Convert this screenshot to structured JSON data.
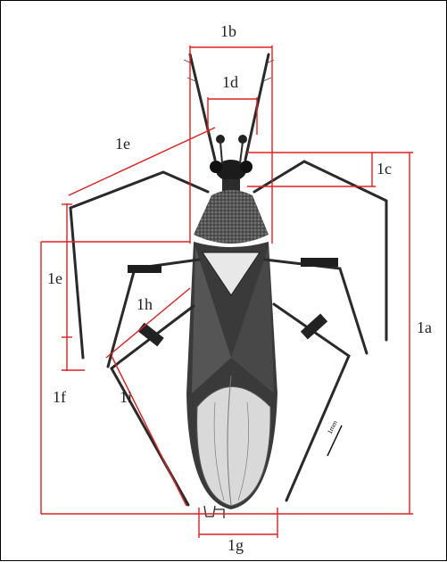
{
  "figure": {
    "labels": {
      "l1a": "1a",
      "l1b": "1b",
      "l1c": "1c",
      "l1d": "1d",
      "l1e_top": "1e",
      "l1e_side": "1e",
      "l1f": "1f",
      "l1g": "1g",
      "l1h": "1h",
      "l1i": "1i"
    },
    "scale_bar_text": "1mm",
    "colors": {
      "measurement": "#e02020",
      "insect_dark": "#1c1c1c",
      "insect_mid": "#6d6d6d",
      "wing_membrane": "#d9d9d9"
    }
  }
}
